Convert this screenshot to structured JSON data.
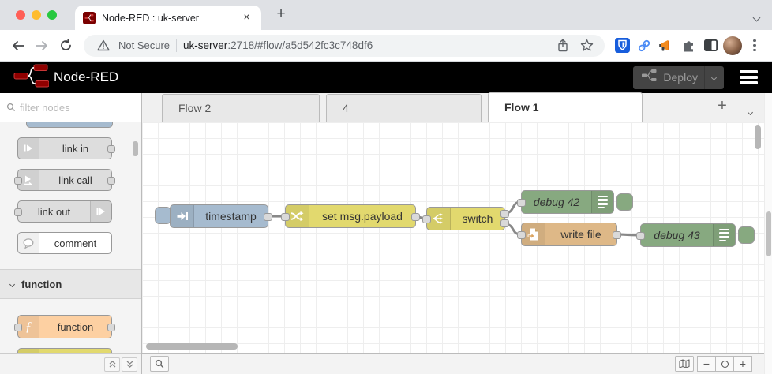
{
  "browser": {
    "tab_title": "Node-RED : uk-server",
    "close_glyph": "×",
    "new_tab_glyph": "+",
    "security_label": "Not Secure",
    "url_host": "uk-server",
    "url_path": ":2718/#flow/a5d542fc3c748df6"
  },
  "app": {
    "title": "Node-RED",
    "deploy_label": "Deploy"
  },
  "palette": {
    "filter_placeholder": "filter nodes",
    "items": [
      {
        "label": "link in"
      },
      {
        "label": "link call"
      },
      {
        "label": "link out"
      },
      {
        "label": "comment"
      }
    ],
    "section_label": "function",
    "function_item_label": "function",
    "function_icon_glyph": "ƒ"
  },
  "workspace": {
    "tabs": [
      {
        "label": "Flow 2"
      },
      {
        "label": "4"
      },
      {
        "label": "Flow 1"
      }
    ],
    "add_tab_glyph": "+",
    "zoom_out_glyph": "−",
    "zoom_in_glyph": "+"
  },
  "flow": {
    "nodes": [
      {
        "type": "inject",
        "label": "timestamp"
      },
      {
        "type": "change",
        "label": "set msg.payload"
      },
      {
        "type": "switch",
        "label": "switch"
      },
      {
        "type": "debug",
        "label": "debug 42"
      },
      {
        "type": "file",
        "label": "write file"
      },
      {
        "type": "debug",
        "label": "debug 43"
      }
    ]
  },
  "colors": {
    "brand_red": "#8f0000",
    "inject_blue": "#a6bbcf",
    "function_yellow": "#e2d96e",
    "debug_green": "#87a980",
    "file_tan": "#deb887",
    "function_orange": "#fdd0a2",
    "link_gray": "#dddddd",
    "comment_white": "#ffffff"
  }
}
